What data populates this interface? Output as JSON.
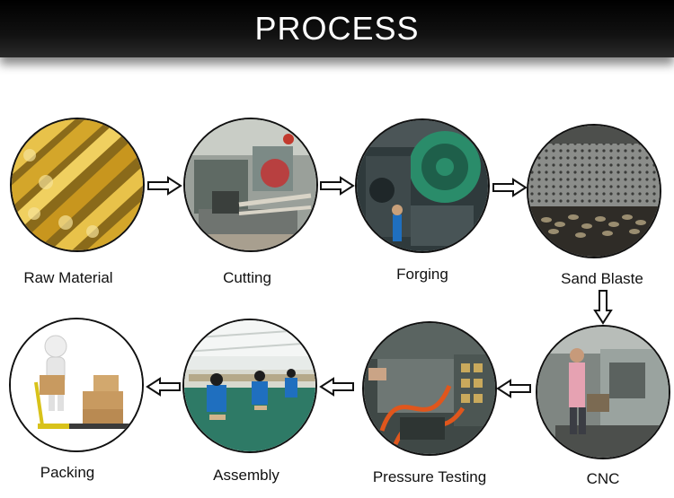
{
  "header": {
    "title": "PROCESS"
  },
  "steps": [
    {
      "label": "Raw Material",
      "image": "brass-rods-image"
    },
    {
      "label": "Cutting",
      "image": "cutting-machine-image"
    },
    {
      "label": "Forging",
      "image": "forging-press-image"
    },
    {
      "label": "Sand Blaste",
      "image": "sand-blast-image"
    },
    {
      "label": "CNC",
      "image": "cnc-machine-image"
    },
    {
      "label": "Pressure Testing",
      "image": "pressure-testing-image"
    },
    {
      "label": "Assembly",
      "image": "assembly-line-image"
    },
    {
      "label": "Packing",
      "image": "packing-figure-image"
    }
  ],
  "colors": {
    "header_bg": "#000000",
    "brass": "#d4a62a",
    "factory_floor": "#2e7a66",
    "worker_shirt": "#1f6fbf",
    "hose_orange": "#e0561c"
  }
}
